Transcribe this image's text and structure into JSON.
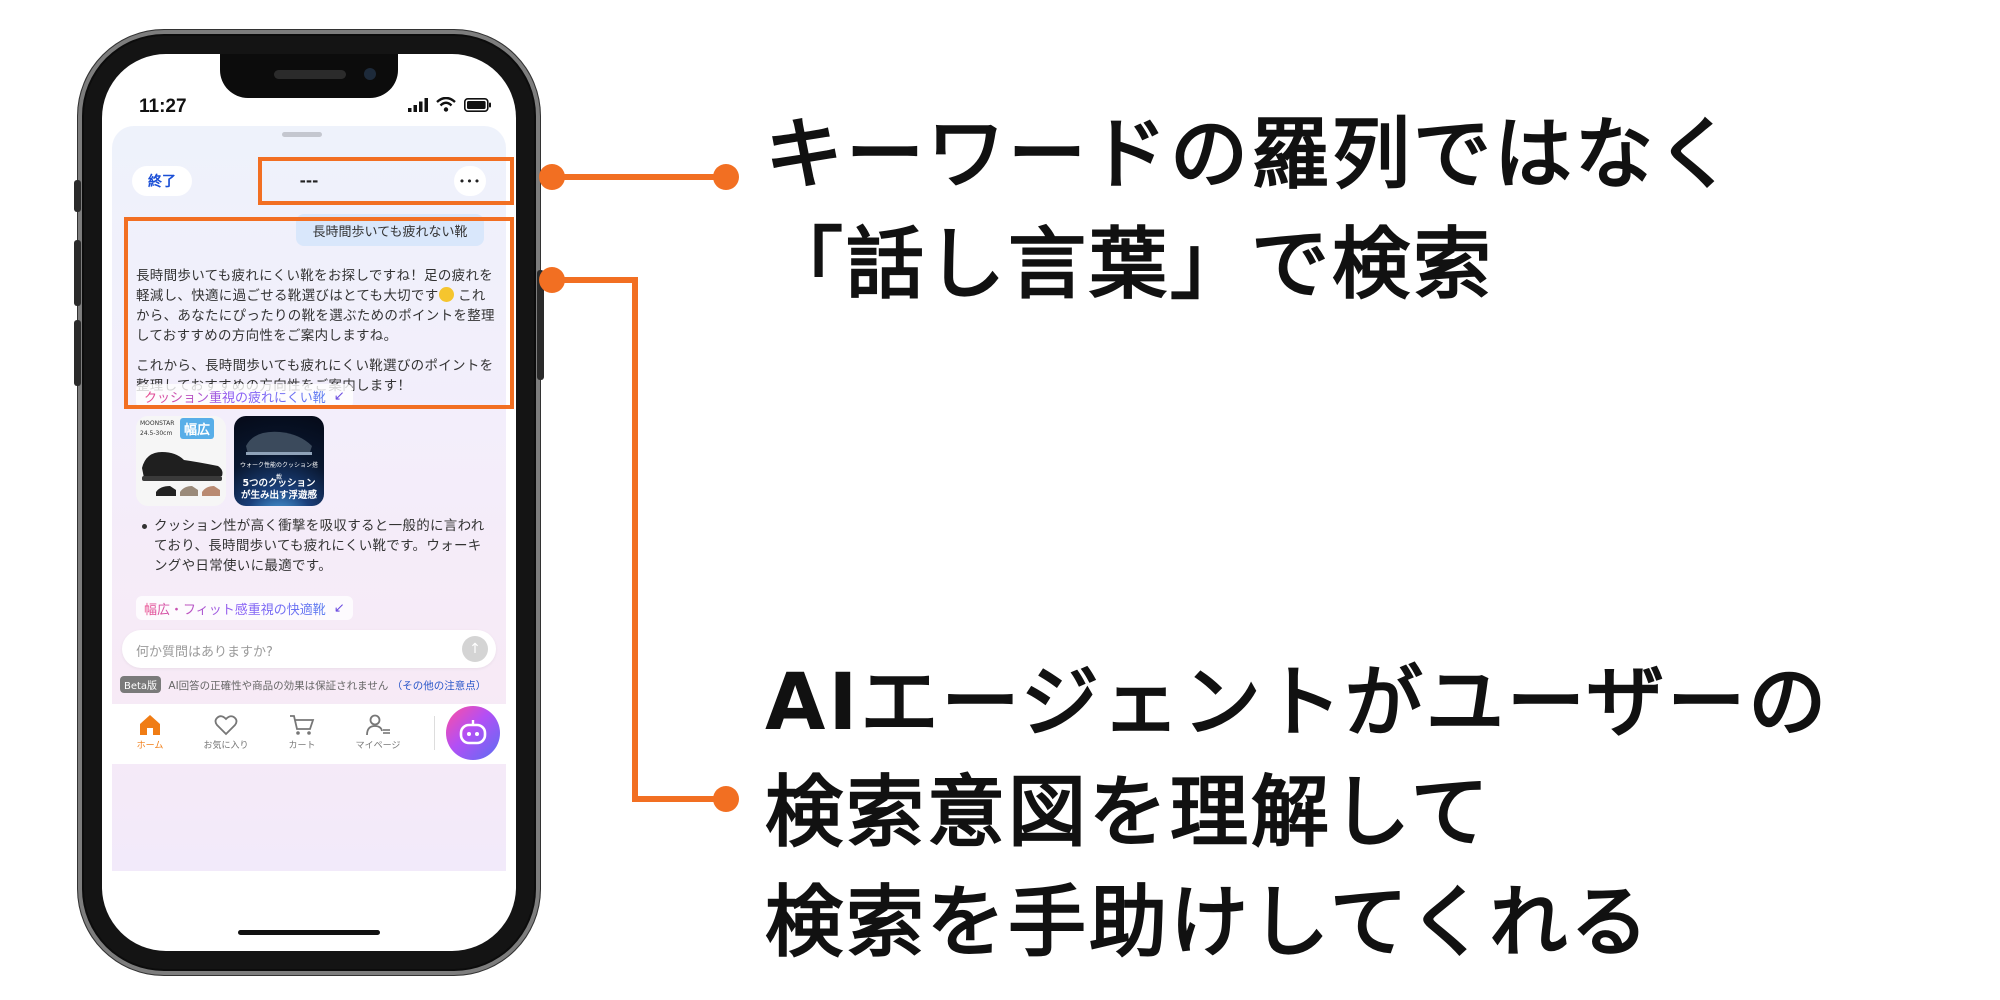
{
  "status": {
    "time": "11:27"
  },
  "sheet": {
    "end_label": "終了",
    "title": "---",
    "more_label": "•••"
  },
  "chat": {
    "user_message": "長時間歩いても疲れない靴",
    "ai_paragraph_1": "長時間歩いても疲れにくい靴をお探しですね！足の疲れを軽減し、快適に過ごせる靴選びはとても大切です",
    "ai_paragraph_1b": " これから、あなたにぴったりの靴を選ぶためのポイントを整理しておすすめの方向性をご案内しますね。",
    "ai_paragraph_2": "これから、長時間歩いても疲れにくい靴選びのポイントを整理しておすすめの方向性をご案内します！",
    "section_1_label": "クッション重視の疲れにくい靴",
    "section_1_arrow": "↙",
    "product_1_caption": "幅広",
    "product_1_brand": "MOONSTAR",
    "product_1_size": "24.5-30cm",
    "product_2_caption": "5つのクッションが生み出す浮遊感",
    "product_2_sub": "ウォーク性能のクッション搭載",
    "bullet_1": "クッション性が高く衝撃を吸収すると一般的に言われており、長時間歩いても疲れにくい靴です。ウォーキングや日常使いに最適です。",
    "section_2_label": "幅広・フィット感重視の快適靴",
    "section_2_arrow": "↙"
  },
  "input": {
    "placeholder": "何か質問はありますか?",
    "send_icon": "↑"
  },
  "disclaimer": {
    "beta": "Beta版",
    "text": "AI回答の正確性や商品の効果は保証されません",
    "link": "（その他の注意点）"
  },
  "tabbar": {
    "items": [
      {
        "label": "ホーム",
        "icon": "home-icon",
        "active": true
      },
      {
        "label": "お気に入り",
        "icon": "heart-icon",
        "active": false
      },
      {
        "label": "カート",
        "icon": "cart-icon",
        "active": false
      },
      {
        "label": "マイページ",
        "icon": "user-icon",
        "active": false
      }
    ],
    "ai_button_icon": "robot-icon"
  },
  "annotations": {
    "headline_1_line_1": "キーワードの羅列ではなく",
    "headline_1_line_2": "「話し言葉」で検索",
    "headline_2_line_1": "AIエージェントがユーザーの",
    "headline_2_line_2": "検索意図を理解して",
    "headline_2_line_3": "検索を手助けしてくれる"
  },
  "colors": {
    "accent_orange": "#f26f22",
    "link_blue": "#1b4fd6",
    "tab_active": "#f07c14"
  }
}
